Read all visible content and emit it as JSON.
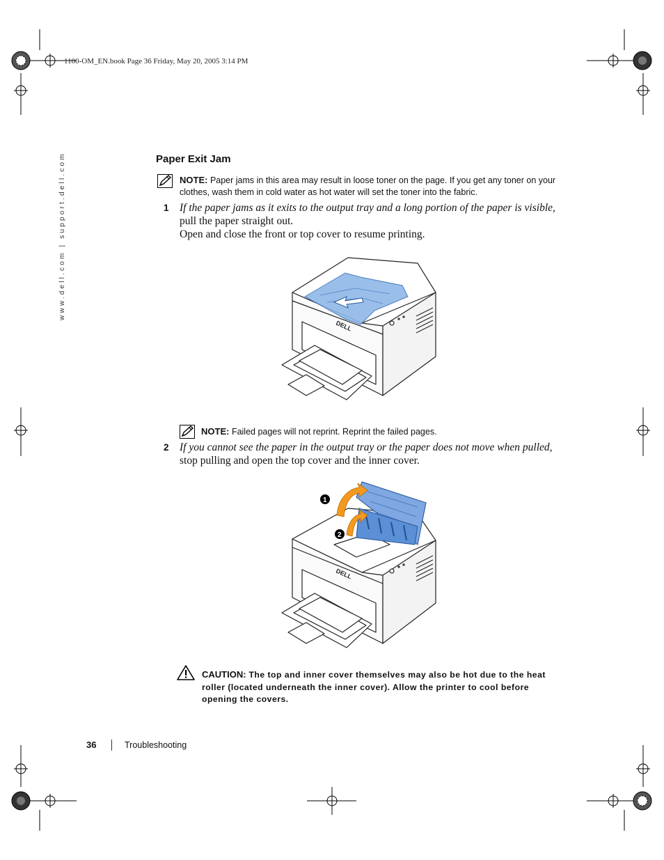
{
  "print_header": "1100-OM_EN.book  Page 36  Friday, May 20, 2005  3:14 PM",
  "side_url": "www.dell.com | support.dell.com",
  "section_title": "Paper Exit Jam",
  "note1": {
    "label": "NOTE:",
    "text": "Paper jams in this area may result in loose toner on the page. If you get any toner on your clothes, wash them in cold water as hot water will set the toner into the fabric."
  },
  "step1": {
    "number": "1",
    "italic": "If the paper jams as it exits to the output tray and a long portion of the paper is visible,",
    "text": "pull the paper straight out.",
    "text2": "Open and close the front or top cover to resume printing."
  },
  "note2": {
    "label": "NOTE:",
    "text": "Failed pages will not reprint. Reprint the failed pages."
  },
  "step2": {
    "number": "2",
    "italic": "If you cannot see the paper in the output tray or the paper does not move when pulled,",
    "text": "stop pulling and open the top cover and the inner cover."
  },
  "figure2_callouts": [
    "1",
    "2"
  ],
  "printer_brand": "DELL",
  "caution": {
    "label": "CAUTION:",
    "text": "The top and inner cover themselves may also be hot due to the heat roller (located underneath the inner cover). Allow the printer to cool before opening the covers."
  },
  "footer": {
    "page_number": "36",
    "section": "Troubleshooting"
  },
  "colors": {
    "highlight_blue": "#8fb8e8",
    "cover_blue": "#5b8fd6",
    "arrow_orange": "#f39a1e"
  }
}
